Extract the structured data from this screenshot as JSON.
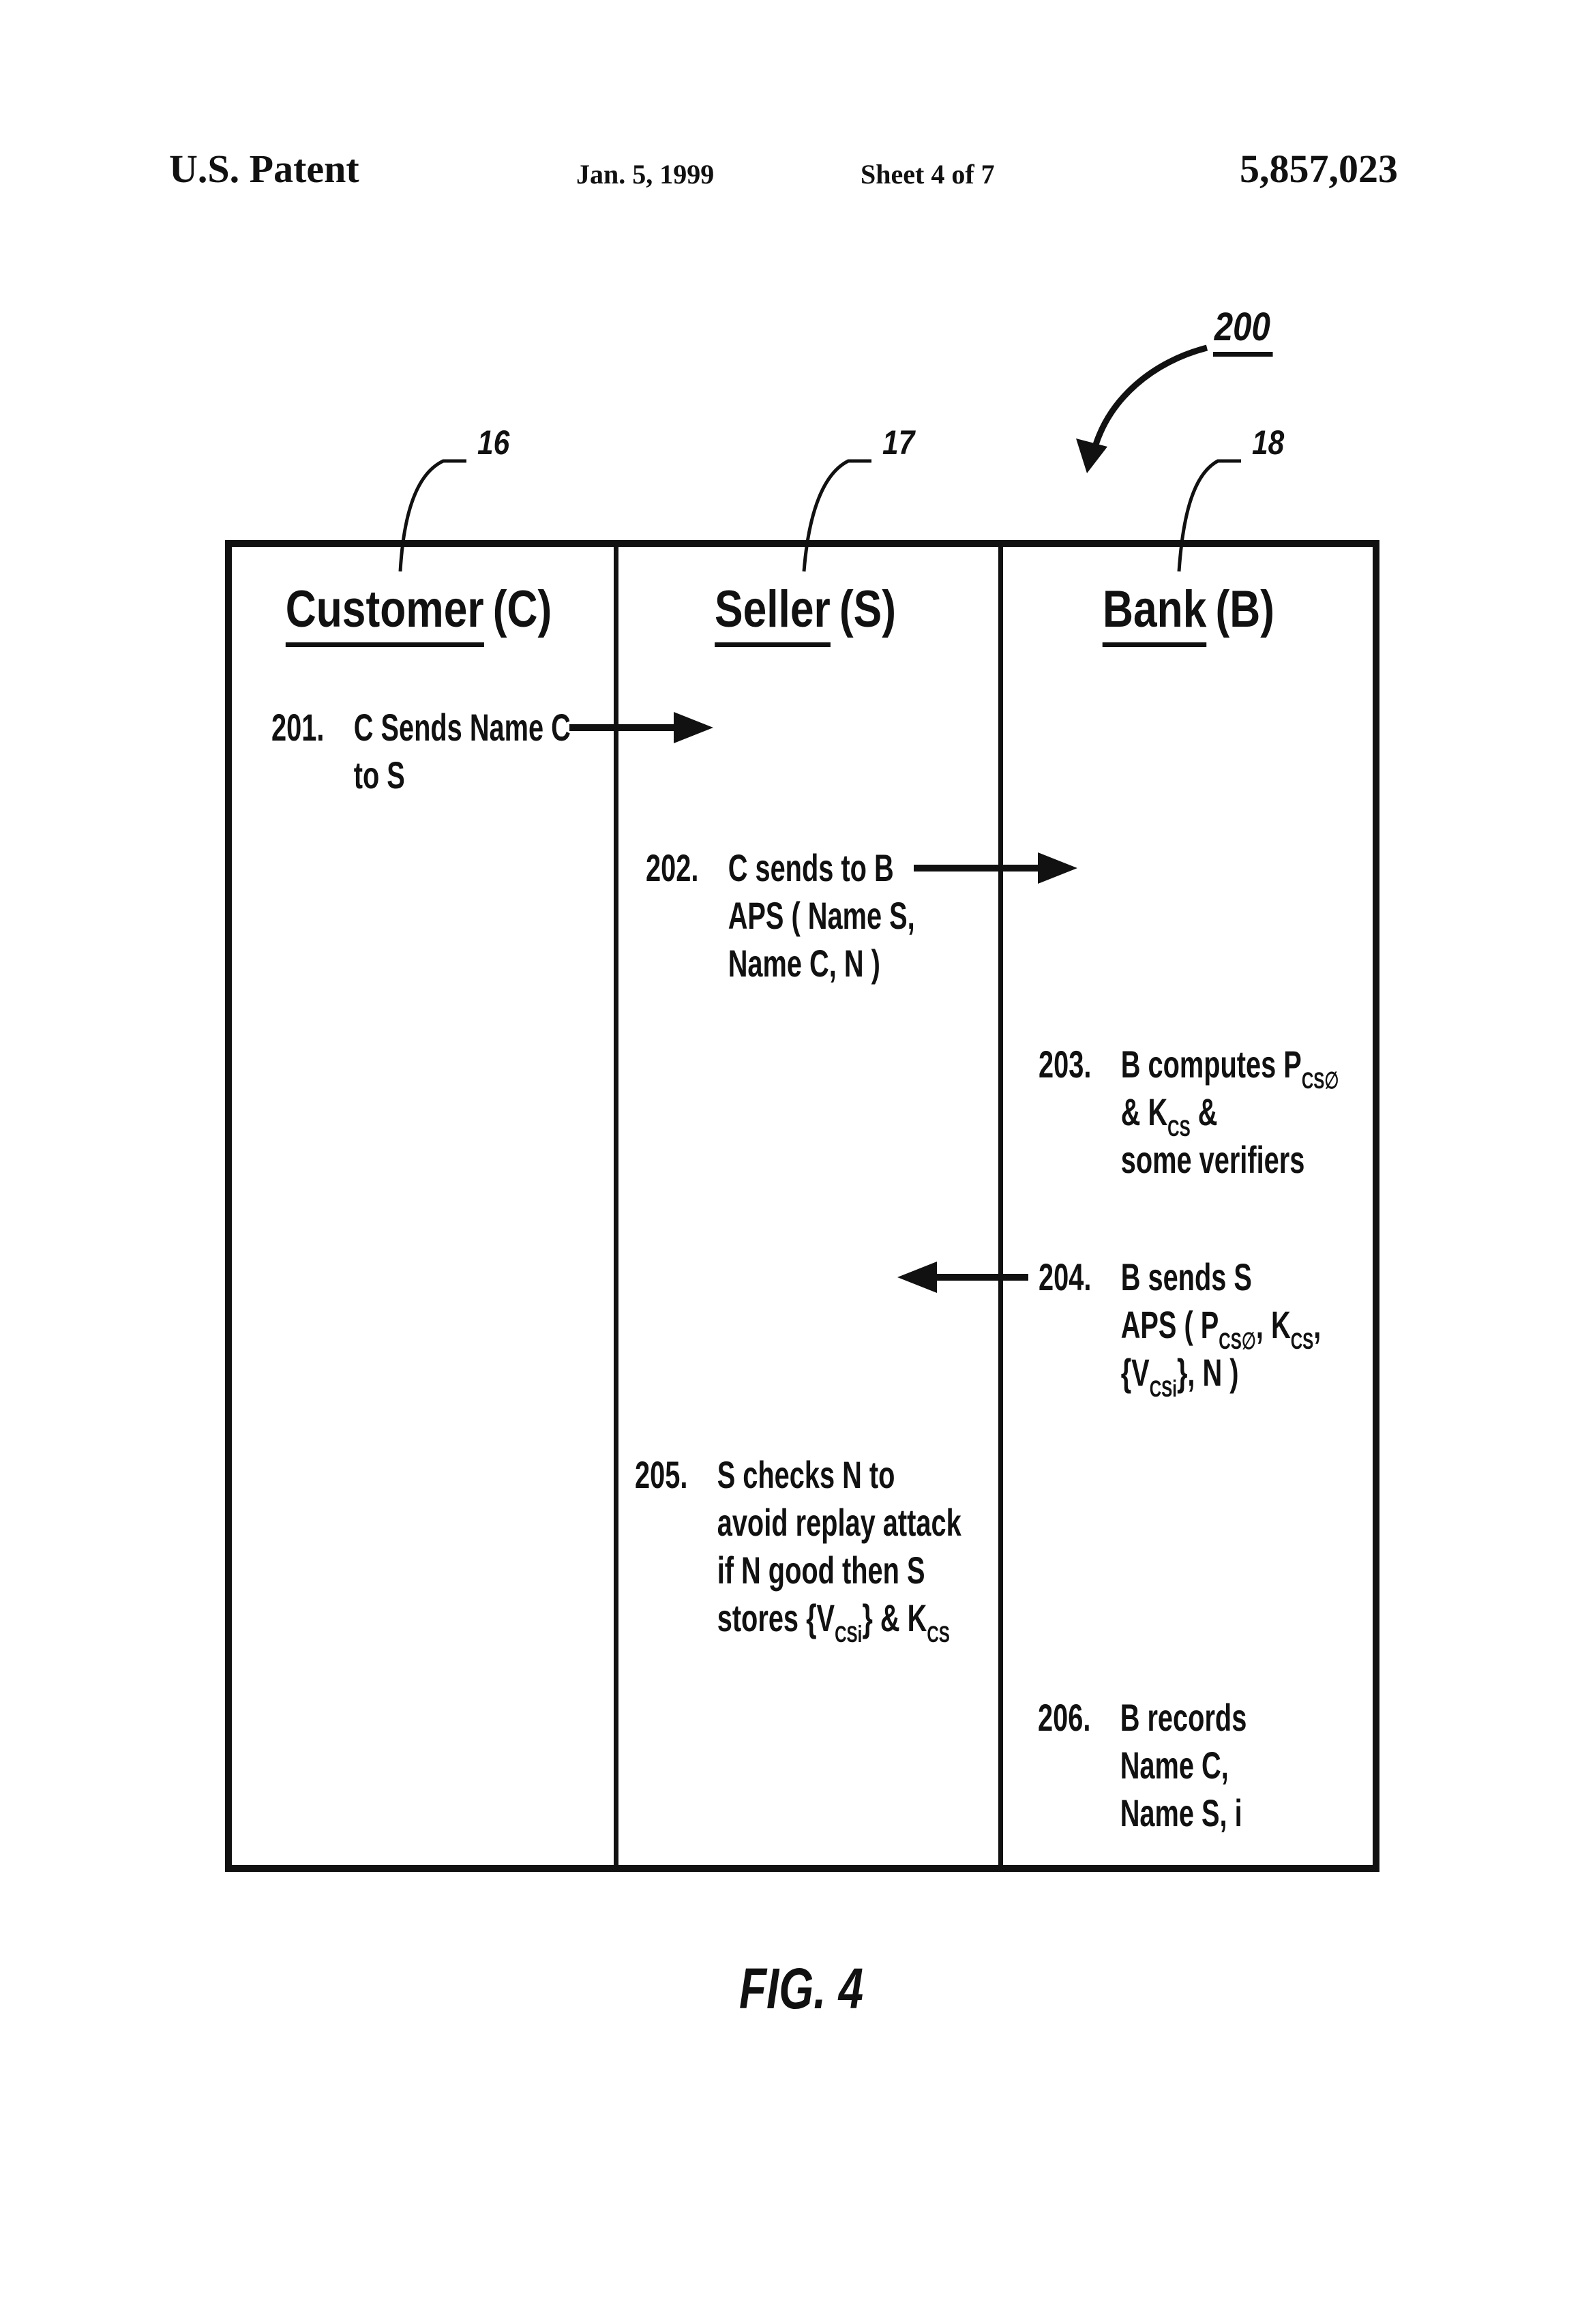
{
  "colors": {
    "ink": "#111111",
    "paper": "#ffffff"
  },
  "header": {
    "title": "U.S. Patent",
    "date": "Jan. 5, 1999",
    "sheet": "Sheet 4 of 7",
    "patent_number": "5,857,023"
  },
  "figure": {
    "label": "FIG. 4",
    "diagram_ref": "200",
    "columns": [
      {
        "ref": "16",
        "name": "Customer",
        "abbrev": "(C)"
      },
      {
        "ref": "17",
        "name": "Seller",
        "abbrev": "(S)"
      },
      {
        "ref": "18",
        "name": "Bank",
        "abbrev": "(B)"
      }
    ],
    "steps": [
      {
        "num": "201.",
        "lines": [
          "C Sends Name C",
          "to S"
        ],
        "arrow": "right from Customer to Seller"
      },
      {
        "num": "202.",
        "lines": [
          "C sends to B",
          "APS ( Name S,",
          "Name C, N )"
        ],
        "arrow": "right from Seller to Bank"
      },
      {
        "num": "203.",
        "lines": [
          "B computes P_{CS∅}",
          "& K_{CS} &",
          "some verifiers"
        ],
        "arrow": "none"
      },
      {
        "num": "204.",
        "lines": [
          "B sends S",
          "APS ( P_{CS∅}, K_{CS},",
          "{V_{CSi}}, N )"
        ],
        "arrow": "left from Bank to Seller"
      },
      {
        "num": "205.",
        "lines": [
          "S checks N to",
          "avoid replay attack",
          "if N good then S",
          "stores {V_{CSi}} & K_{CS}"
        ],
        "arrow": "none"
      },
      {
        "num": "206.",
        "lines": [
          "B records",
          "Name C,",
          "Name S, i"
        ],
        "arrow": "none"
      }
    ]
  }
}
